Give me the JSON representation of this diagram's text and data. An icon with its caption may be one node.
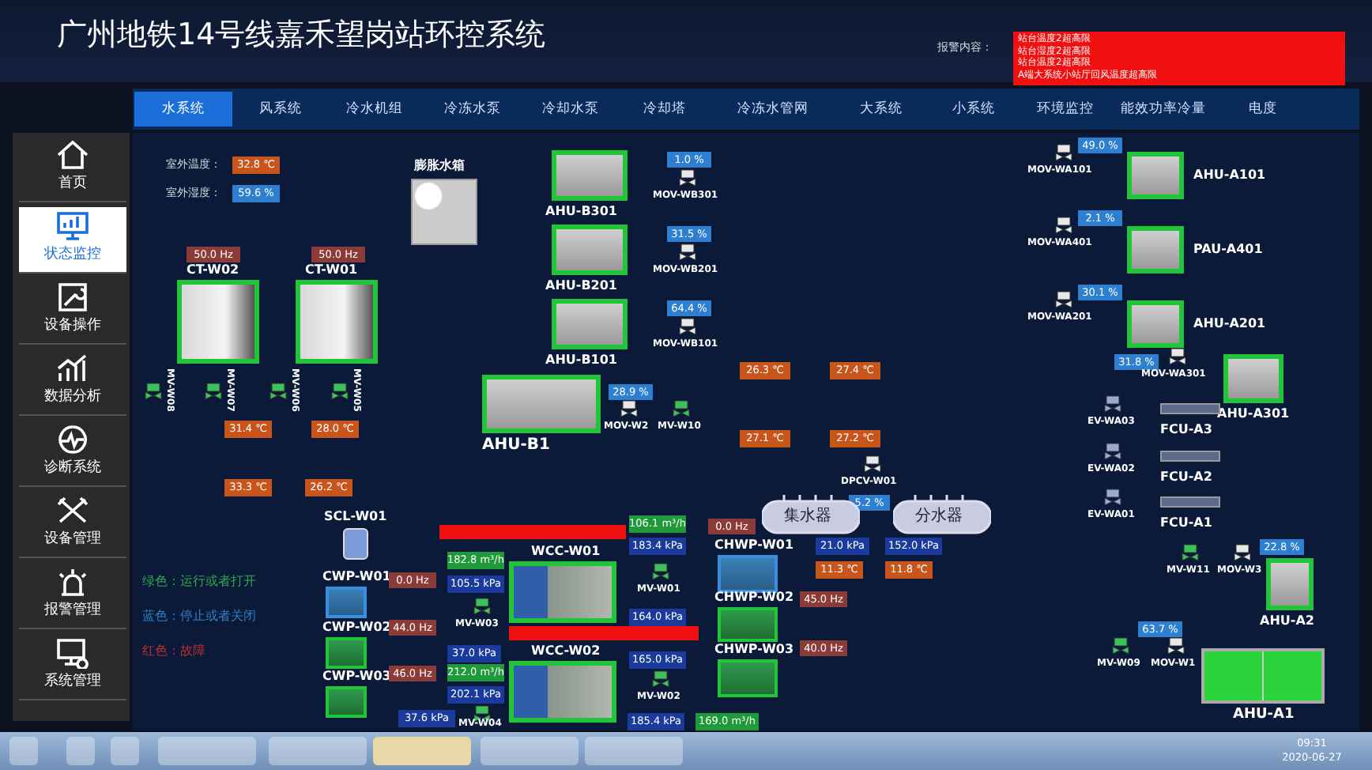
{
  "diagram": {
    "title": "广州地铁14号线嘉禾望岗站环控系统",
    "nodes": [
      {
        "text": [
          "站台温度2超高限",
          "站台湿度2超高限",
          "站台温度2超高限",
          "A端大系统小站厅回风温度超高限"
        ],
        "beside": [
          "报警内容："
        ]
      },
      {
        "text": [
          "水系统"
        ]
      },
      {
        "text": [
          "风系统"
        ]
      },
      {
        "text": [
          "冷水机组"
        ]
      },
      {
        "text": [
          "冷冻水泵"
        ]
      },
      {
        "text": [
          "冷却水泵"
        ]
      },
      {
        "text": [
          "冷却塔"
        ]
      },
      {
        "text": [
          "冷冻水管网"
        ]
      },
      {
        "text": [
          "大系统"
        ]
      },
      {
        "text": [
          "小系统"
        ]
      },
      {
        "text": [
          "环境监控"
        ]
      },
      {
        "text": [
          "能效功率冷量"
        ]
      },
      {
        "text": [
          "电度"
        ]
      },
      {
        "text": [
          "首页"
        ]
      },
      {
        "text": [
          "状态监控"
        ]
      },
      {
        "text": [
          "设备操作"
        ]
      },
      {
        "text": [
          "数据分析"
        ]
      },
      {
        "text": [
          "诊断系统"
        ]
      },
      {
        "text": [
          "设备管理"
        ]
      },
      {
        "text": [
          "报警管理"
        ]
      },
      {
        "text": [
          "系统管理"
        ]
      },
      {
        "text": [
          "32.8 ℃"
        ],
        "beside": [
          "室外温度："
        ]
      },
      {
        "text": [
          "59.6 %"
        ],
        "beside": [
          "室外湿度："
        ]
      },
      {
        "text": [
          "膨胀水箱"
        ]
      },
      {
        "text": [
          "50.0 Hz"
        ]
      },
      {
        "text": [
          "CT-W02"
        ]
      },
      {
        "text": [
          "50.0 Hz"
        ]
      },
      {
        "text": [
          "CT-W01"
        ]
      },
      {
        "text": [
          "MV-W08"
        ]
      },
      {
        "text": [
          "MV-W07"
        ]
      },
      {
        "text": [
          "MV-W06"
        ]
      },
      {
        "text": [
          "MV-W05"
        ]
      },
      {
        "text": [
          "31.4 ℃"
        ]
      },
      {
        "text": [
          "28.0 ℃"
        ]
      },
      {
        "text": [
          "33.3 ℃"
        ]
      },
      {
        "text": [
          "26.2 ℃"
        ]
      },
      {
        "text": [
          "SCL-W01"
        ]
      },
      {
        "text": [
          "CWP-W01"
        ]
      },
      {
        "text": [
          "0.0 Hz"
        ]
      },
      {
        "text": [
          "CWP-W02"
        ]
      },
      {
        "text": [
          "44.0 Hz"
        ]
      },
      {
        "text": [
          "CWP-W03"
        ]
      },
      {
        "text": [
          "46.0 Hz"
        ]
      },
      {
        "text": [],
        "shape": "bar"
      },
      {
        "text": [
          "106.1 m³/h"
        ]
      },
      {
        "text": [
          "183.4 kPa"
        ]
      },
      {
        "text": [
          "182.8 m³/h"
        ]
      },
      {
        "text": [
          "105.5 kPa"
        ]
      },
      {
        "text": [
          "WCC-W01"
        ]
      },
      {
        "text": [
          "MV-W01"
        ]
      },
      {
        "text": [
          "164.0 kPa"
        ]
      },
      {
        "text": [
          "MV-W03"
        ]
      },
      {
        "text": [],
        "shape": "bar"
      },
      {
        "text": [
          "37.0 kPa"
        ]
      },
      {
        "text": [
          "WCC-W02"
        ]
      },
      {
        "text": [
          "165.0 kPa"
        ]
      },
      {
        "text": [
          "212.0 m³/h"
        ]
      },
      {
        "text": [
          "202.1 kPa"
        ]
      },
      {
        "text": [
          "MV-W02"
        ]
      },
      {
        "text": [
          "MV-W04"
        ]
      },
      {
        "text": [
          "37.6 kPa"
        ]
      },
      {
        "text": [
          "185.4 kPa"
        ]
      },
      {
        "text": [
          "169.0 m³/h"
        ]
      },
      {
        "text": [
          "AHU-B301"
        ]
      },
      {
        "text": [
          "1.0 %"
        ]
      },
      {
        "text": [
          "MOV-WB301"
        ]
      },
      {
        "text": [
          "AHU-B201"
        ]
      },
      {
        "text": [
          "31.5 %"
        ]
      },
      {
        "text": [
          "MOV-WB201"
        ]
      },
      {
        "text": [
          "AHU-B101"
        ]
      },
      {
        "text": [
          "64.4 %"
        ]
      },
      {
        "text": [
          "MOV-WB101"
        ]
      },
      {
        "text": [
          "26.3 ℃"
        ]
      },
      {
        "text": [
          "27.4 ℃"
        ]
      },
      {
        "text": [
          "AHU-B1"
        ]
      },
      {
        "text": [
          "28.9 %"
        ]
      },
      {
        "text": [
          "MOV-W2"
        ]
      },
      {
        "text": [
          "MV-W10"
        ]
      },
      {
        "text": [
          "27.1 ℃"
        ]
      },
      {
        "text": [
          "27.2 ℃"
        ]
      },
      {
        "text": [
          "DPCV-W01"
        ]
      },
      {
        "text": [
          "5.2 %"
        ]
      },
      {
        "text": [
          "集水器"
        ]
      },
      {
        "text": [
          "分水器"
        ]
      },
      {
        "text": [
          "0.0 Hz"
        ]
      },
      {
        "text": [
          "CHWP-W01"
        ]
      },
      {
        "text": [
          "21.0 kPa"
        ]
      },
      {
        "text": [
          "152.0 kPa"
        ]
      },
      {
        "text": [
          "11.3 ℃"
        ]
      },
      {
        "text": [
          "11.8 ℃"
        ]
      },
      {
        "text": [
          "CHWP-W02"
        ]
      },
      {
        "text": [
          "45.0 Hz"
        ]
      },
      {
        "text": [
          "CHWP-W03"
        ]
      },
      {
        "text": [
          "40.0 Hz"
        ]
      },
      {
        "text": [
          "49.0 %"
        ]
      },
      {
        "text": [
          "MOV-WA101"
        ]
      },
      {
        "text": [
          "AHU-A101"
        ]
      },
      {
        "text": [
          "2.1 %"
        ]
      },
      {
        "text": [
          "MOV-WA401"
        ]
      },
      {
        "text": [
          "PAU-A401"
        ]
      },
      {
        "text": [
          "30.1 %"
        ]
      },
      {
        "text": [
          "MOV-WA201"
        ]
      },
      {
        "text": [
          "AHU-A201"
        ]
      },
      {
        "text": [
          "31.8 %"
        ]
      },
      {
        "text": [
          "MOV-WA301"
        ]
      },
      {
        "text": [
          "AHU-A301"
        ]
      },
      {
        "text": [
          "EV-WA03"
        ]
      },
      {
        "text": [
          "FCU-A3"
        ]
      },
      {
        "text": [
          "EV-WA02"
        ]
      },
      {
        "text": [
          "FCU-A2"
        ]
      },
      {
        "text": [
          "EV-WA01"
        ]
      },
      {
        "text": [
          "FCU-A1"
        ]
      },
      {
        "text": [
          "MV-W11"
        ]
      },
      {
        "text": [
          "MOV-W3"
        ]
      },
      {
        "text": [
          "22.8 %"
        ]
      },
      {
        "text": [
          "AHU-A2"
        ]
      },
      {
        "text": [
          "63.7 %"
        ]
      },
      {
        "text": [
          "MV-W09"
        ]
      },
      {
        "text": [
          "MOV-W1"
        ]
      },
      {
        "text": [
          "AHU-A1"
        ]
      }
    ],
    "labels": [
      "09:31",
      "2020-06-27"
    ],
    "legend": [
      {
        "text": "绿色：运行或者打开",
        "color": "#2fa84f"
      },
      {
        "text": "蓝色：停止或者关闭",
        "color": "#2f7fc8"
      },
      {
        "text": "红色：故障",
        "color": "#c0302a"
      }
    ]
  }
}
